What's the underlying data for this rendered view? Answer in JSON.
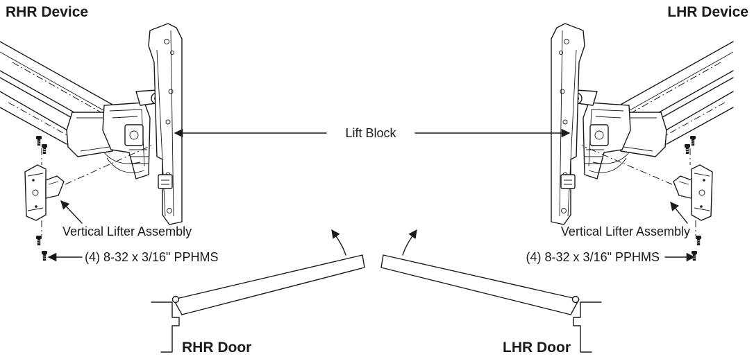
{
  "labels": {
    "rhr_device": "RHR Device",
    "lhr_device": "LHR Device",
    "lift_block": "Lift Block",
    "vertical_lifter_left": "Vertical Lifter Assembly",
    "vertical_lifter_right": "Vertical Lifter Assembly",
    "screws_left": "(4) 8-32 x 3/16\" PPHMS",
    "screws_right": "(4) 8-32 x 3/16\" PPHMS",
    "rhr_door": "RHR Door",
    "lhr_door": "LHR Door"
  },
  "figure": {
    "type": "installation-diagram",
    "ink_color": "#1a1a1a",
    "background_color": "#ffffff"
  }
}
